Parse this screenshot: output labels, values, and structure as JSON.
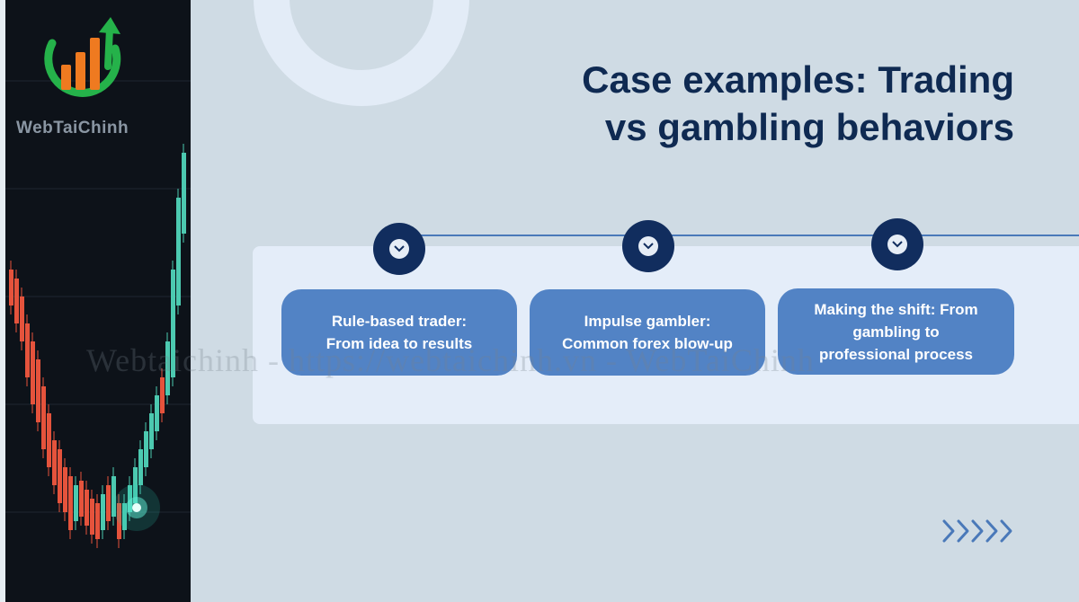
{
  "brand": {
    "name": "WebTaiChinh"
  },
  "title": {
    "line1": "Case examples: Trading",
    "line2": "vs gambling behaviors"
  },
  "cards": [
    {
      "line1": "Rule-based trader:",
      "line2": "From idea to results",
      "line3": ""
    },
    {
      "line1": "Impulse gambler:",
      "line2": "Common forex blow-up",
      "line3": ""
    },
    {
      "line1": "Making the shift: From",
      "line2": "gambling to",
      "line3": "professional process"
    }
  ],
  "watermark": "Webtaichinh - https://webtaichinh.vn - WebTaiChinh",
  "colors": {
    "title": "#0f2a52",
    "card": "#5283c5",
    "node": "#112d5e",
    "panel": "#e4edf9",
    "background": "#cfdbe4",
    "accent": "#4a79b9"
  },
  "icons": {
    "node": "chevron-down-icon",
    "navigation": "double-chevron-right-icon",
    "logo": "rising-bar-chart-logo"
  }
}
